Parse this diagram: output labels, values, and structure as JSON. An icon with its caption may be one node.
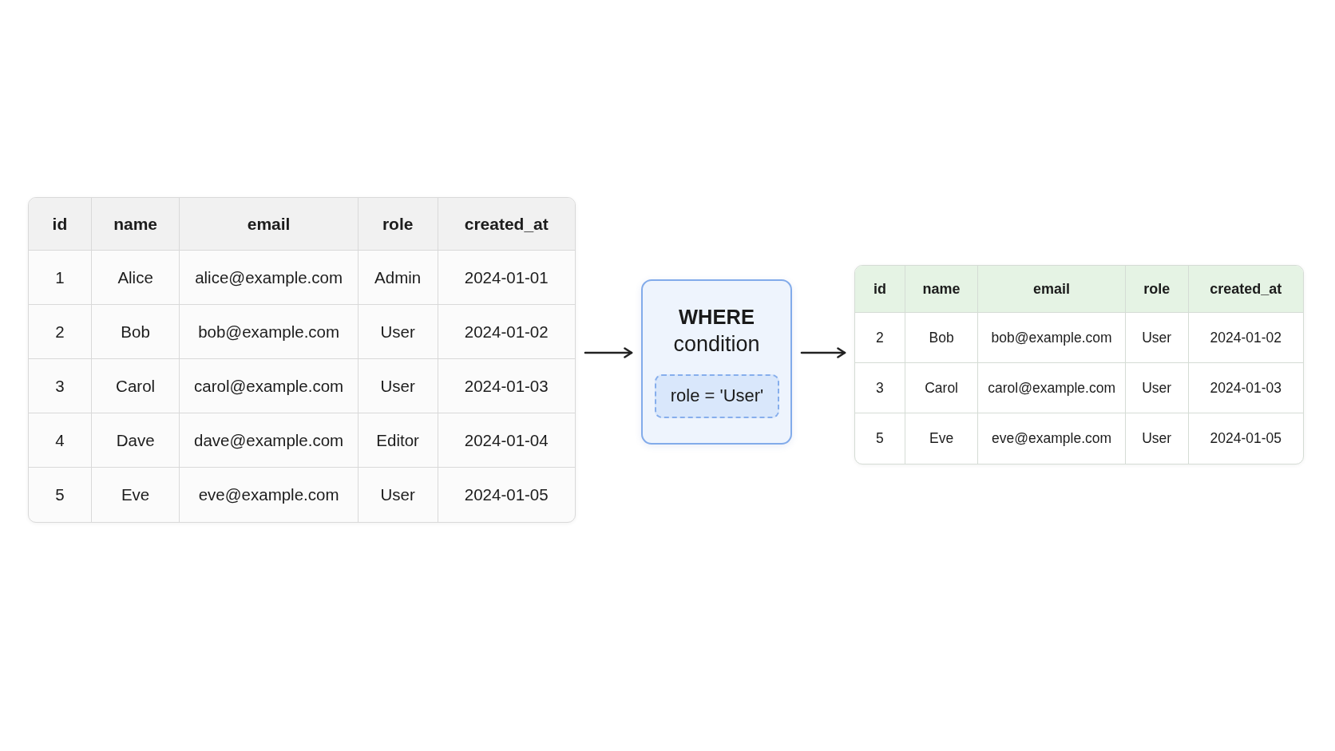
{
  "diagram": {
    "nodes": [
      {
        "text": [
          "id",
          "name",
          "email",
          "role",
          "created_at",
          "1",
          "Alice",
          "alice@example.com",
          "Admin",
          "2024-01-01",
          "2",
          "Bob",
          "bob@example.com",
          "User",
          "2024-01-02",
          "3",
          "Carol",
          "carol@example.com",
          "User",
          "2024-01-03",
          "4",
          "Dave",
          "dave@example.com",
          "Editor",
          "2024-01-04",
          "5",
          "Eve",
          "eve@example.com",
          "User",
          "2024-01-05"
        ]
      },
      {
        "text": [
          "WHERE",
          "condition"
        ]
      },
      {
        "text": [
          "role = 'User'"
        ],
        "in": 1
      },
      {
        "text": [
          "id",
          "name",
          "email",
          "role",
          "created_at",
          "2",
          "Bob",
          "bob@example.com",
          "User",
          "2024-01-02",
          "3",
          "Carol",
          "carol@example.com",
          "User",
          "2024-01-03",
          "5",
          "Eve",
          "eve@example.com",
          "User",
          "2024-01-05"
        ]
      }
    ],
    "edges": [
      {
        "from": 0,
        "to": 1,
        "arrow": "to"
      },
      {
        "from": 1,
        "to": 3,
        "arrow": "to"
      }
    ]
  }
}
